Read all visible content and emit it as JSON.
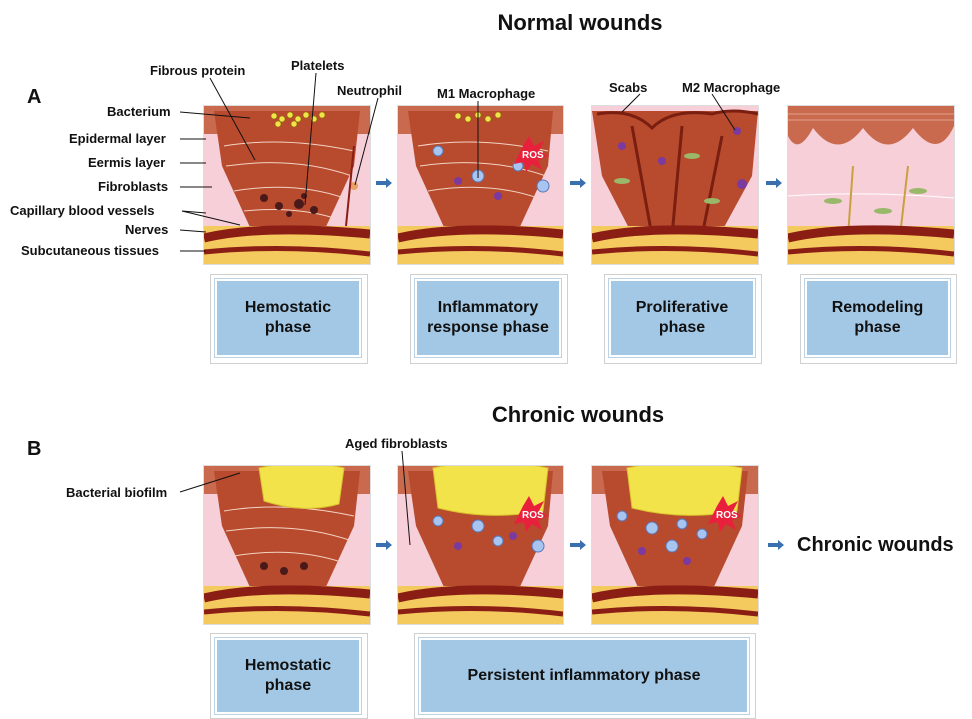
{
  "section_a": {
    "letter": "A",
    "title": "Normal wounds",
    "labels": {
      "fibrous_protein": "Fibrous protein",
      "platelets": "Platelets",
      "neutrophil": "Neutrophil",
      "m1_macrophage": "M1 Macrophage",
      "scabs": "Scabs",
      "m2_macrophage": "M2 Macrophage",
      "bacterium": "Bacterium",
      "epidermal_layer": "Epidermal layer",
      "eermis_layer": "Eermis layer",
      "fibroblasts": "Fibroblasts",
      "capillary_blood_vessels": "Capillary blood vessels",
      "nerves": "Nerves",
      "subcutaneous_tissues": "Subcutaneous tissues",
      "ros": "ROS"
    },
    "phases": [
      "Hemostatic phase",
      "Inflammatory response phase",
      "Proliferative phase",
      "Remodeling phase"
    ]
  },
  "section_b": {
    "letter": "B",
    "title": "Chronic wounds",
    "labels": {
      "aged_fibroblasts": "Aged fibroblasts",
      "bacterial_biofilm": "Bacterial biofilm",
      "ros": "ROS",
      "outcome": "Chronic wounds"
    },
    "phases": [
      "Hemostatic phase",
      "Persistent inflammatory phase"
    ]
  },
  "colors": {
    "wound": "#b84a2e",
    "skin_pink": "#f6cfd8",
    "fat": "#f4c95d",
    "vessel": "#8b1e14",
    "phase_box": "#a3c8e6",
    "arrow": "#3a6fb0",
    "biofilm": "#f2e34a"
  }
}
